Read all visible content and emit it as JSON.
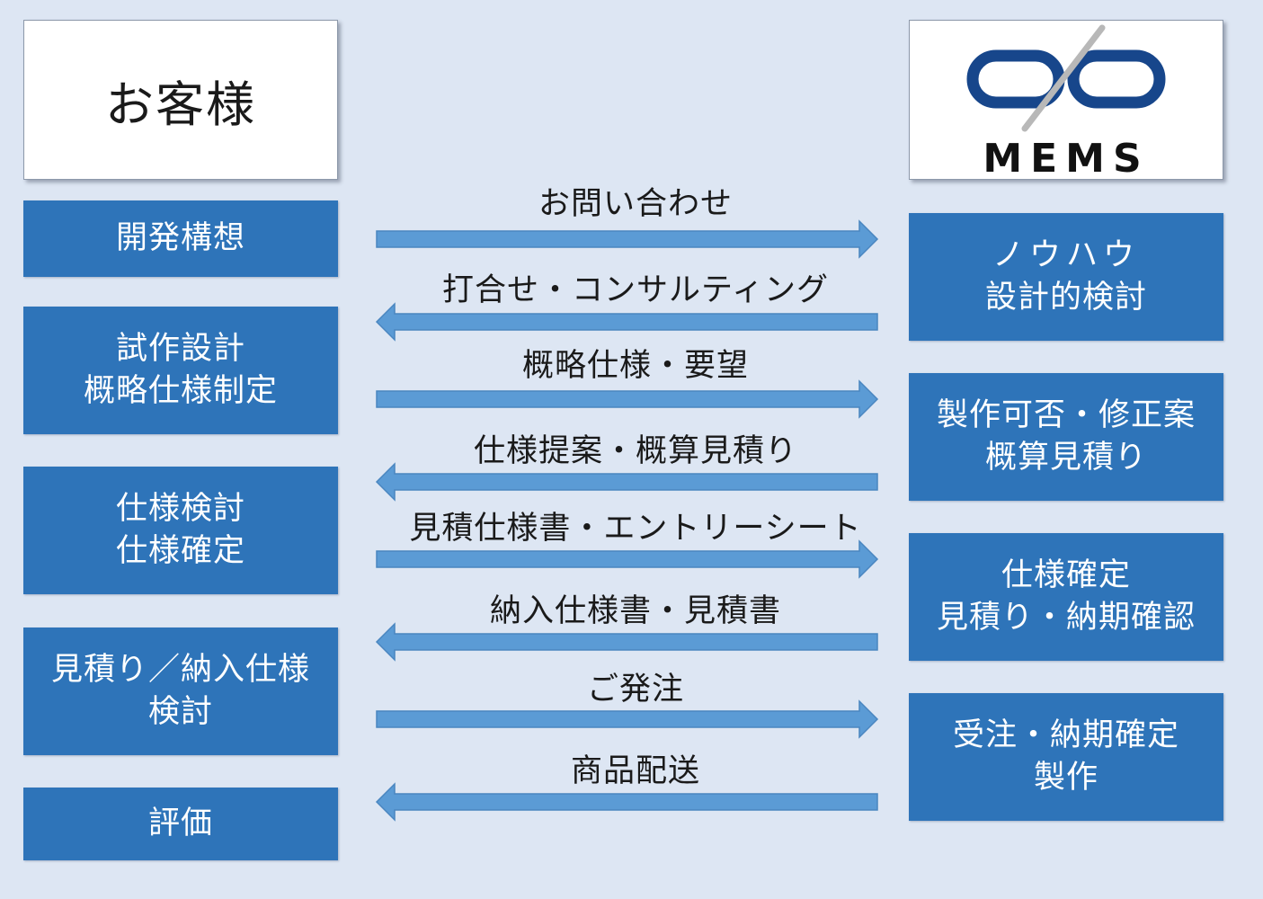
{
  "customer_header": "お客様",
  "mems_logo_text": "MEMS",
  "customer_steps": [
    {
      "lines": [
        "開発構想"
      ]
    },
    {
      "lines": [
        "試作設計",
        "概略仕様制定"
      ]
    },
    {
      "lines": [
        "仕様検討",
        "仕様確定"
      ]
    },
    {
      "lines": [
        "見積り／納入仕様",
        "検討"
      ]
    },
    {
      "lines": [
        "評価"
      ]
    }
  ],
  "mems_steps": [
    {
      "lines": [
        "ノウハウ",
        "設計的検討"
      ]
    },
    {
      "lines": [
        "製作可否・修正案",
        "概算見積り"
      ]
    },
    {
      "lines": [
        "仕様確定",
        "見積り・納期確認"
      ]
    },
    {
      "lines": [
        "受注・納期確定",
        "製作"
      ]
    }
  ],
  "messages": [
    {
      "label": "お問い合わせ",
      "direction": "right"
    },
    {
      "label": "打合せ・コンサルティング",
      "direction": "left"
    },
    {
      "label": "概略仕様・要望",
      "direction": "right"
    },
    {
      "label": "仕様提案・概算見積り",
      "direction": "left"
    },
    {
      "label": "見積仕様書・エントリーシート",
      "direction": "right"
    },
    {
      "label": "納入仕様書・見積書",
      "direction": "left"
    },
    {
      "label": "ご発注",
      "direction": "right"
    },
    {
      "label": "商品配送",
      "direction": "left"
    }
  ],
  "colors": {
    "background": "#dde6f3",
    "box_fill": "#2e74b9",
    "arrow_fill": "#5b9bd5",
    "arrow_stroke": "#4a86c0",
    "logo_blue": "#17468b",
    "logo_slash": "#b8b8b8"
  }
}
